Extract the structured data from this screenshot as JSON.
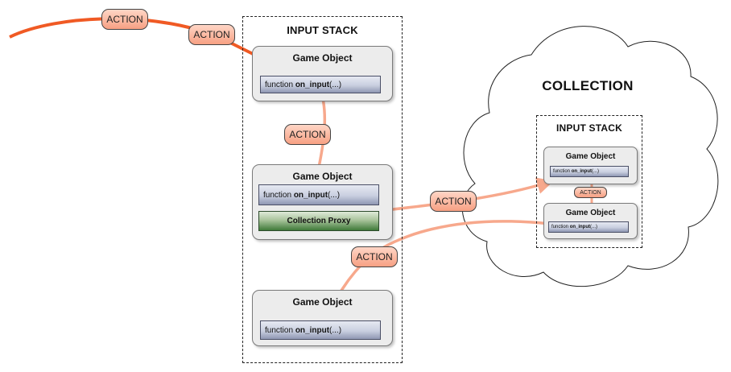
{
  "main_stack": {
    "title": "INPUT STACK",
    "objects": [
      {
        "title": "Game Object",
        "fn_prefix": "function ",
        "fn_name": "on_input",
        "fn_suffix": "(...)"
      },
      {
        "title": "Game Object",
        "fn_prefix": "function ",
        "fn_name": "on_input",
        "fn_suffix": "(...)",
        "proxy_label": "Collection Proxy"
      },
      {
        "title": "Game Object",
        "fn_prefix": "function ",
        "fn_name": "on_input",
        "fn_suffix": "(...)"
      }
    ]
  },
  "collection": {
    "title": "COLLECTION",
    "stack_title": "INPUT STACK",
    "objects": [
      {
        "title": "Game Object",
        "fn_prefix": "function ",
        "fn_name": "on_input",
        "fn_suffix": "(...)"
      },
      {
        "title": "Game Object",
        "fn_prefix": "function ",
        "fn_name": "on_input",
        "fn_suffix": "(...)"
      }
    ]
  },
  "action_labels": [
    "ACTION",
    "ACTION",
    "ACTION",
    "ACTION",
    "ACTION",
    "ACTION"
  ],
  "colors": {
    "arrow_strong": "#f05a24",
    "arrow_light": "#f7a88c",
    "pill_fill": "#f9b49c",
    "proxy_green": "#3f7a39",
    "fn_blue": "#8f97b3"
  }
}
